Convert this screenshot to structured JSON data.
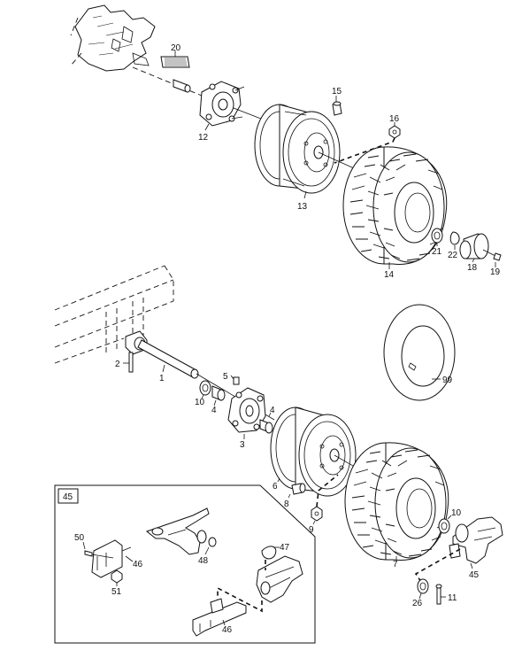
{
  "inset": {
    "box_label": "45",
    "labels": {
      "p50": "50",
      "p46a": "46",
      "p51": "51",
      "p48": "48",
      "p47": "47",
      "p46b": "46"
    }
  },
  "parts": {
    "p20": "20",
    "p12": "12",
    "p15": "15",
    "p16": "16",
    "p13": "13",
    "p14": "14",
    "p21": "21",
    "p22": "22",
    "p18": "18",
    "p19": "19",
    "p99": "99",
    "p2": "2",
    "p1": "1",
    "p5": "5",
    "p10a": "10",
    "p4a": "4",
    "p4b": "4",
    "p3": "3",
    "p6": "6",
    "p8": "8",
    "p9": "9",
    "p7": "7",
    "p10b": "10",
    "p45": "45",
    "p26": "26",
    "p11": "11"
  }
}
